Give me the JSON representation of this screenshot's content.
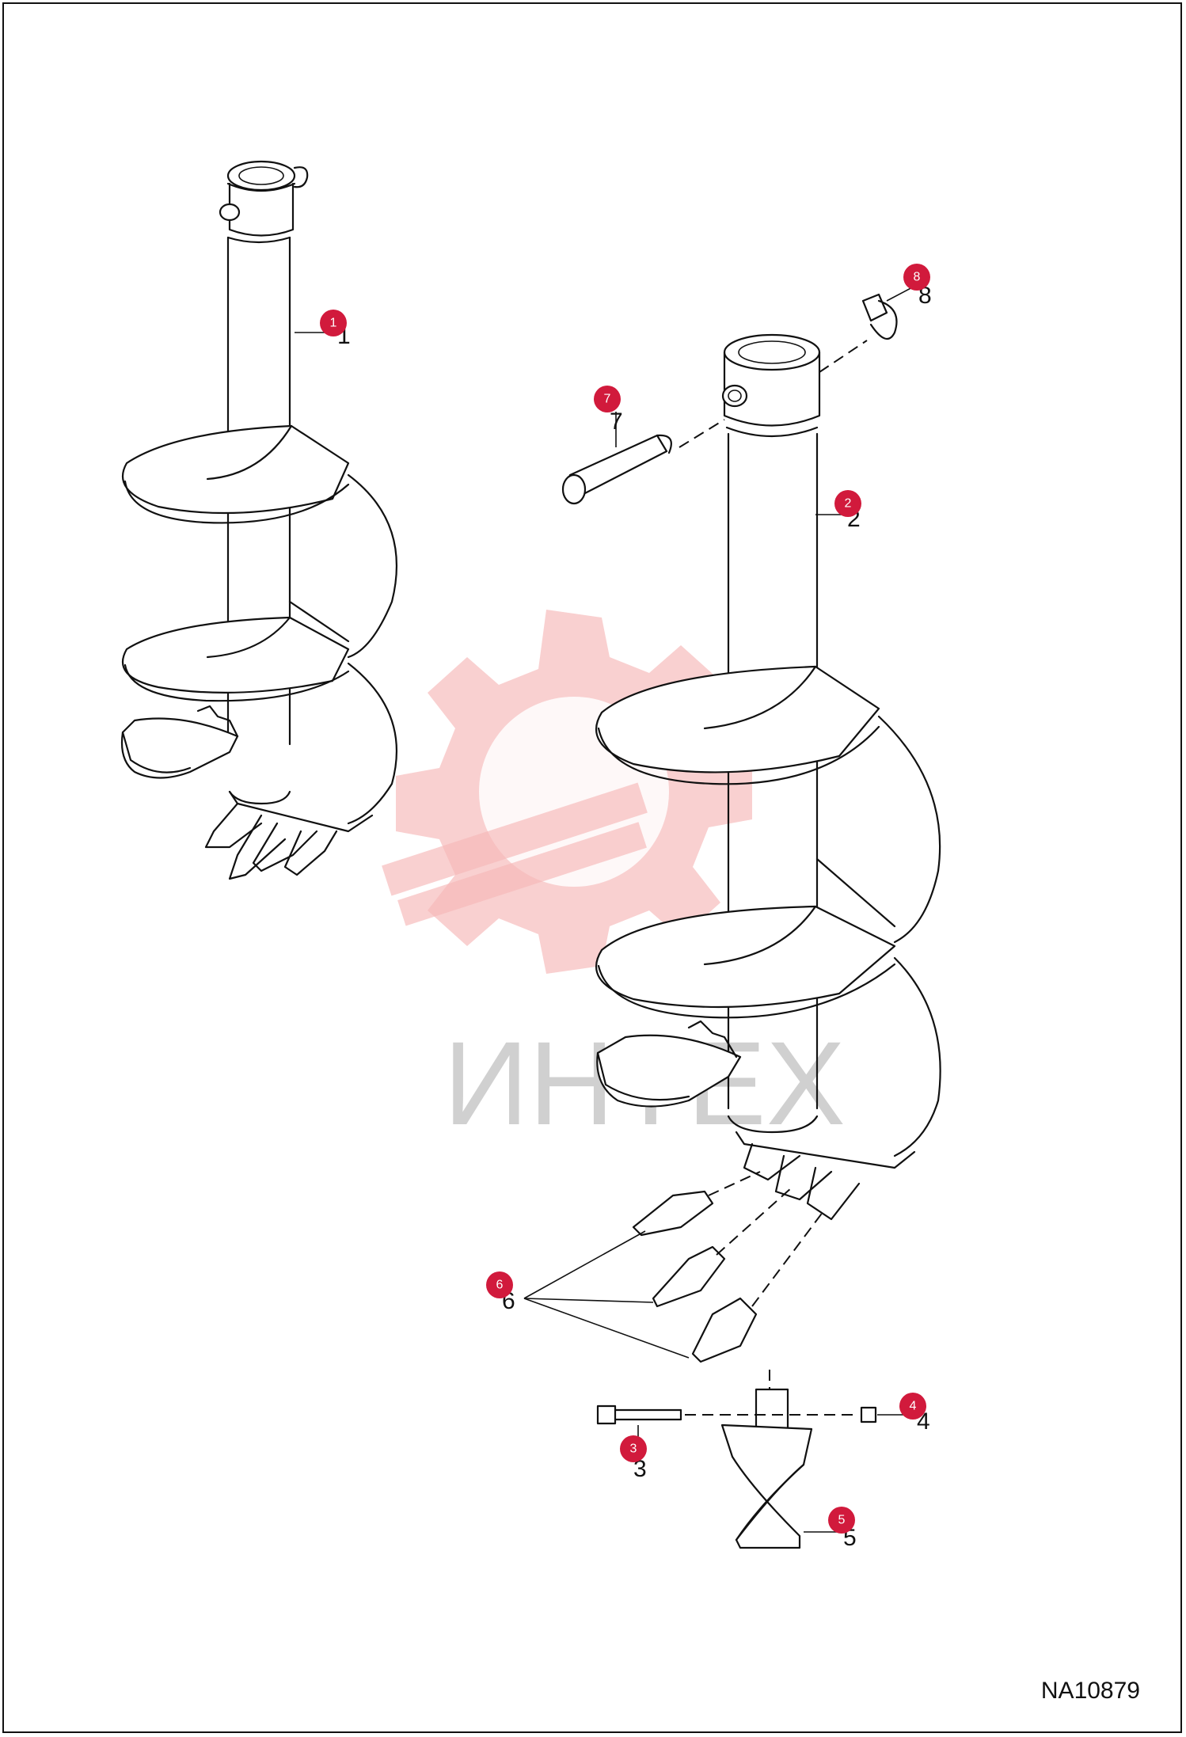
{
  "drawing_id": "NA10879",
  "watermark_text": "ИНТЕХ",
  "callouts": [
    {
      "label": "1"
    },
    {
      "label": "2"
    },
    {
      "label": "3"
    },
    {
      "label": "4"
    },
    {
      "label": "5"
    },
    {
      "label": "6"
    },
    {
      "label": "7"
    },
    {
      "label": "8"
    }
  ],
  "colors": {
    "callout": "#d11a3c",
    "line": "#111111",
    "watermark": "#f6b7b7"
  }
}
